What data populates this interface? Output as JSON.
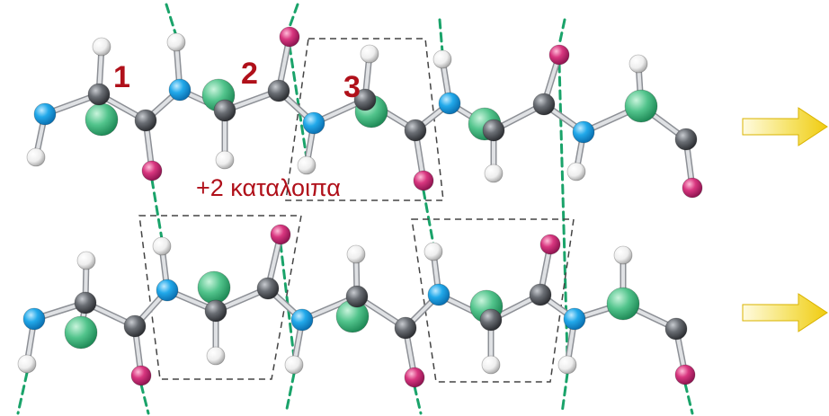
{
  "labels": {
    "residue_1": "1",
    "residue_2": "2",
    "residue_3": "3",
    "annotation": "+2 καταλοιπα"
  },
  "colors": {
    "carbon": "#5b5e63",
    "nitrogen": "#1ea7e6",
    "oxygen": "#d3337c",
    "hydrogen": "#f2f2f2",
    "side_chain": "#52c48c",
    "label_red": "#b0101a",
    "hbond": "#1aa36a",
    "box": "#444444",
    "arrow": "#f2d21c",
    "bond": "#b9bcc1"
  },
  "legend_icons": [
    "strand-direction-arrow-icon",
    "strand-direction-arrow-icon"
  ]
}
